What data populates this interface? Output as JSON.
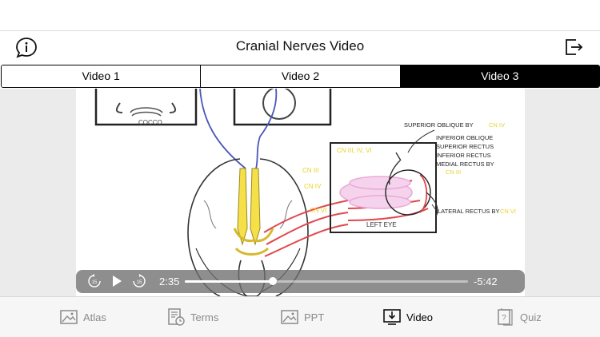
{
  "header": {
    "title": "Cranial Nerves Video"
  },
  "tabs": [
    {
      "label": "Video 1",
      "active": false
    },
    {
      "label": "Video 2",
      "active": false
    },
    {
      "label": "Video 3",
      "active": true
    }
  ],
  "video_annotations": {
    "text1": "SUPERIOR OBLIQUE BY",
    "text1_nerve": "CN IV",
    "text2": "INFERIOR OBLIQUE",
    "text3": "SUPERIOR RECTUS",
    "text4": "INFERIOR RECTUS",
    "text5": "MEDIAL RECTUS BY",
    "text5_nerve": "CN III",
    "text6": "LATERAL RECTUS BY",
    "text6_nerve": "CN VI",
    "box_label": "CN III, IV, VI",
    "left_eye": "LEFT EYE",
    "cn3": "CN III",
    "cn4": "CN IV",
    "cn6": "CN VI"
  },
  "player": {
    "current_time": "2:35",
    "remaining_time": "-5:42",
    "progress": 0.31,
    "skip_back": "15",
    "skip_forward": "15"
  },
  "bottom_nav": [
    {
      "label": "Atlas",
      "icon": "image-icon",
      "active": false
    },
    {
      "label": "Terms",
      "icon": "document-clock-icon",
      "active": false
    },
    {
      "label": "PPT",
      "icon": "image-icon",
      "active": false
    },
    {
      "label": "Video",
      "icon": "download-monitor-icon",
      "active": true
    },
    {
      "label": "Quiz",
      "icon": "quiz-icon",
      "active": false
    }
  ],
  "colors": {
    "accent_black": "#000000",
    "nerve_yellow": "#f5e04a",
    "nerve_red": "#e0474c",
    "nerve_blue": "#4a56b8",
    "pink_muscle": "#e9a9d6",
    "label_yellow": "#e8d22a"
  }
}
